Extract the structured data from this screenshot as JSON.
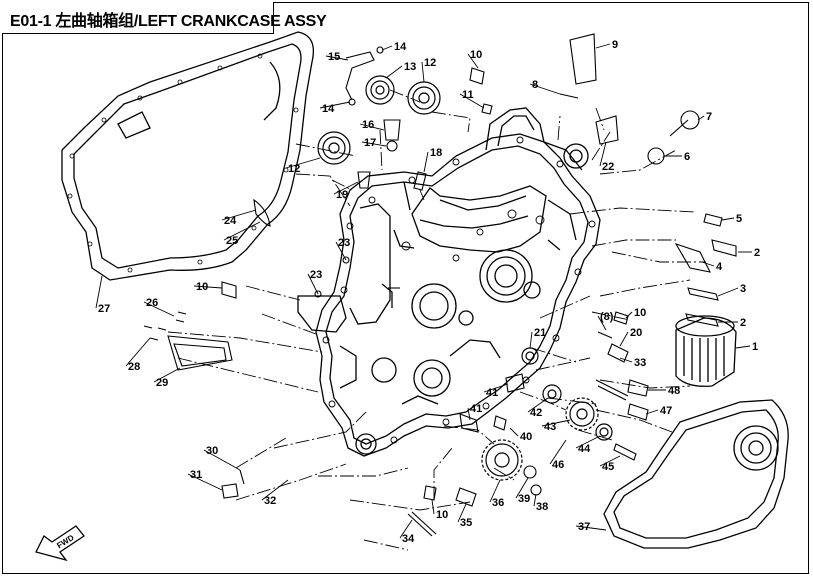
{
  "title": "E01-1 左曲轴箱组/LEFT CRANKCASE ASSY",
  "fwd_label": "FWD",
  "callouts": [
    {
      "label": "1",
      "name": "oil-filter"
    },
    {
      "label": "2",
      "name": "bolt"
    },
    {
      "label": "2",
      "name": "bolt-lower"
    },
    {
      "label": "3",
      "name": "bolt-short"
    },
    {
      "label": "4",
      "name": "cover-plug"
    },
    {
      "label": "5",
      "name": "dowel-pin"
    },
    {
      "label": "6",
      "name": "o-ring"
    },
    {
      "label": "7",
      "name": "oil-dipstick"
    },
    {
      "label": "8",
      "name": "washer"
    },
    {
      "label": "9",
      "name": "drain-bolt"
    },
    {
      "label": "10",
      "name": "dowel-top"
    },
    {
      "label": "10",
      "name": "dowel-left"
    },
    {
      "label": "10",
      "name": "dowel-right"
    },
    {
      "label": "10",
      "name": "dowel-bottom"
    },
    {
      "label": "11",
      "name": "nut"
    },
    {
      "label": "12",
      "name": "bearing-top"
    },
    {
      "label": "12",
      "name": "bearing-left"
    },
    {
      "label": "13",
      "name": "bearing-small"
    },
    {
      "label": "14",
      "name": "clamp-top"
    },
    {
      "label": "14",
      "name": "clamp-lower"
    },
    {
      "label": "15",
      "name": "breather-hose"
    },
    {
      "label": "16",
      "name": "pressure-switch"
    },
    {
      "label": "17",
      "name": "seal-washer"
    },
    {
      "label": "18",
      "name": "stud"
    },
    {
      "label": "19",
      "name": "collar"
    },
    {
      "label": "20",
      "name": "relief-valve"
    },
    {
      "label": "(8)",
      "name": "washer-ref"
    },
    {
      "label": "21",
      "name": "oil-seal"
    },
    {
      "label": "22",
      "name": "plug-cap"
    },
    {
      "label": "23",
      "name": "pin-upper"
    },
    {
      "label": "23",
      "name": "pin-lower"
    },
    {
      "label": "24",
      "name": "thrust-washer"
    },
    {
      "label": "25",
      "name": "half-ring"
    },
    {
      "label": "26",
      "name": "screw-set"
    },
    {
      "label": "27",
      "name": "gasket-left"
    },
    {
      "label": "28",
      "name": "screw"
    },
    {
      "label": "29",
      "name": "oil-strainer"
    },
    {
      "label": "30",
      "name": "washer-small"
    },
    {
      "label": "31",
      "name": "drain-plug"
    },
    {
      "label": "32",
      "name": "left-crankcase"
    },
    {
      "label": "33",
      "name": "spring"
    },
    {
      "label": "34",
      "name": "bolt-long"
    },
    {
      "label": "35",
      "name": "bracket"
    },
    {
      "label": "36",
      "name": "gear-large"
    },
    {
      "label": "37",
      "name": "gasket-right"
    },
    {
      "label": "38",
      "name": "circlip"
    },
    {
      "label": "39",
      "name": "washer-gear"
    },
    {
      "label": "40",
      "name": "pin"
    },
    {
      "label": "41",
      "name": "shaft-upper"
    },
    {
      "label": "41",
      "name": "shaft-lower"
    },
    {
      "label": "42",
      "name": "bearing-gear"
    },
    {
      "label": "43",
      "name": "gear-mid"
    },
    {
      "label": "44",
      "name": "bearing-mid"
    },
    {
      "label": "45",
      "name": "shaft-pin"
    },
    {
      "label": "46",
      "name": "gear-assy"
    },
    {
      "label": "47",
      "name": "union-bolt"
    },
    {
      "label": "48",
      "name": "plug-bolt"
    }
  ]
}
